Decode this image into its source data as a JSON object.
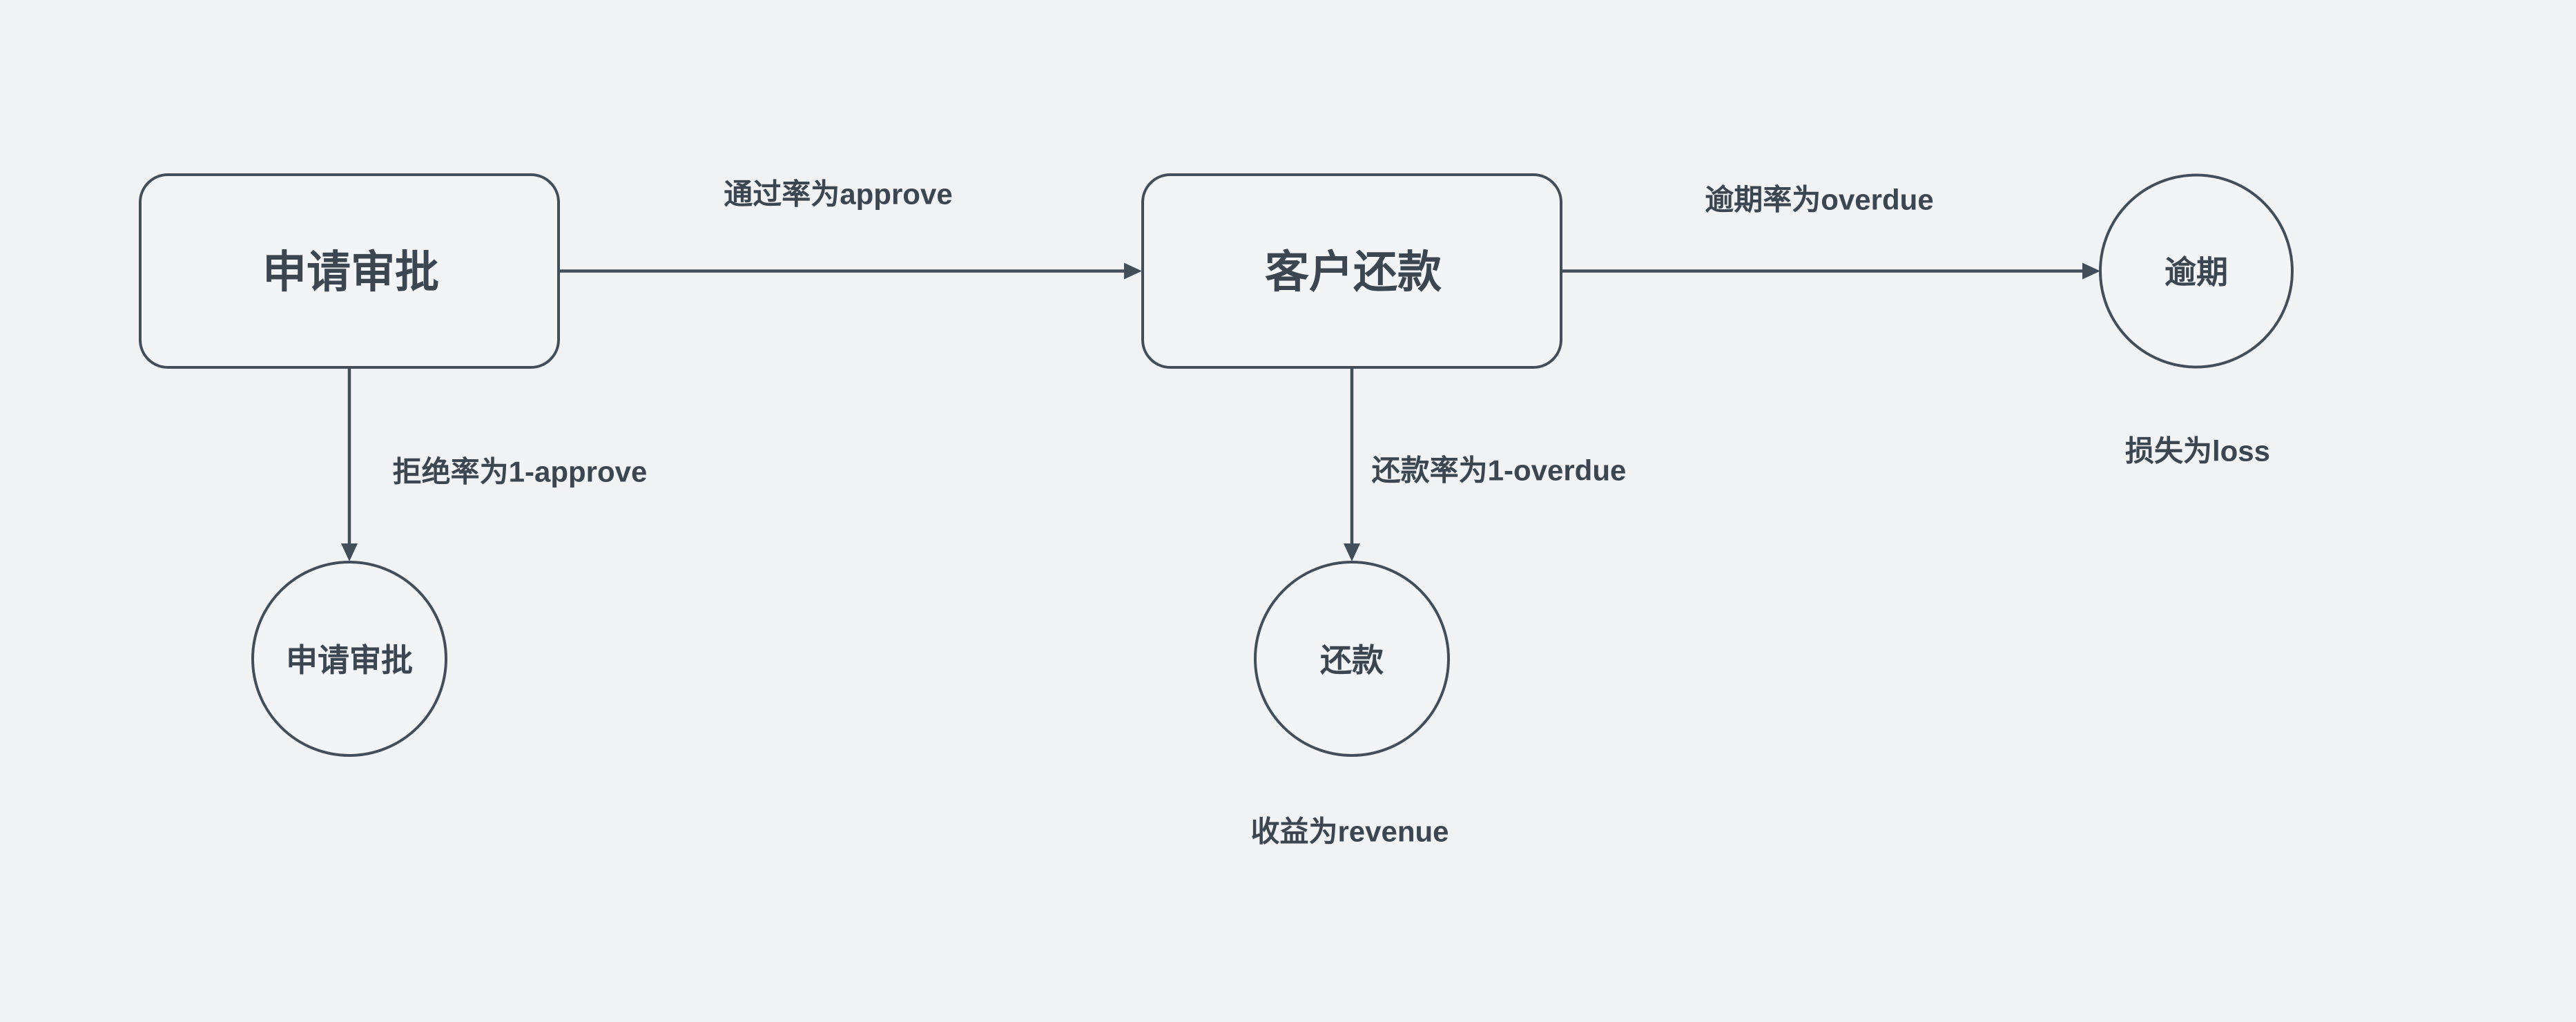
{
  "canvas": {
    "background_color": "#f0f2f4",
    "node_fill_color": "#f2f4f6",
    "stroke_color": "#424e5a",
    "text_color": "#3b4651"
  },
  "nodes": {
    "apply_box": {
      "shape": "rounded-rect",
      "label": "申请审批"
    },
    "repay_box": {
      "shape": "rounded-rect",
      "label": "客户还款"
    },
    "overdue_circle": {
      "shape": "circle",
      "label": "逾期"
    },
    "reject_circle": {
      "shape": "circle",
      "label": "申请审批"
    },
    "repay_circle": {
      "shape": "circle",
      "label": "还款"
    }
  },
  "edges": {
    "approve": {
      "from": "申请审批",
      "to": "客户还款",
      "label": "通过率为approve"
    },
    "overdue": {
      "from": "客户还款",
      "to": "逾期",
      "label": "逾期率为overdue"
    },
    "reject": {
      "from": "申请审批",
      "to": "申请审批",
      "label": "拒绝率为1-approve"
    },
    "repay": {
      "from": "客户还款",
      "to": "还款",
      "label": "还款率为1-overdue"
    }
  },
  "annotations": {
    "loss": {
      "text": "损失为loss"
    },
    "revenue": {
      "text": "收益为revenue"
    }
  }
}
